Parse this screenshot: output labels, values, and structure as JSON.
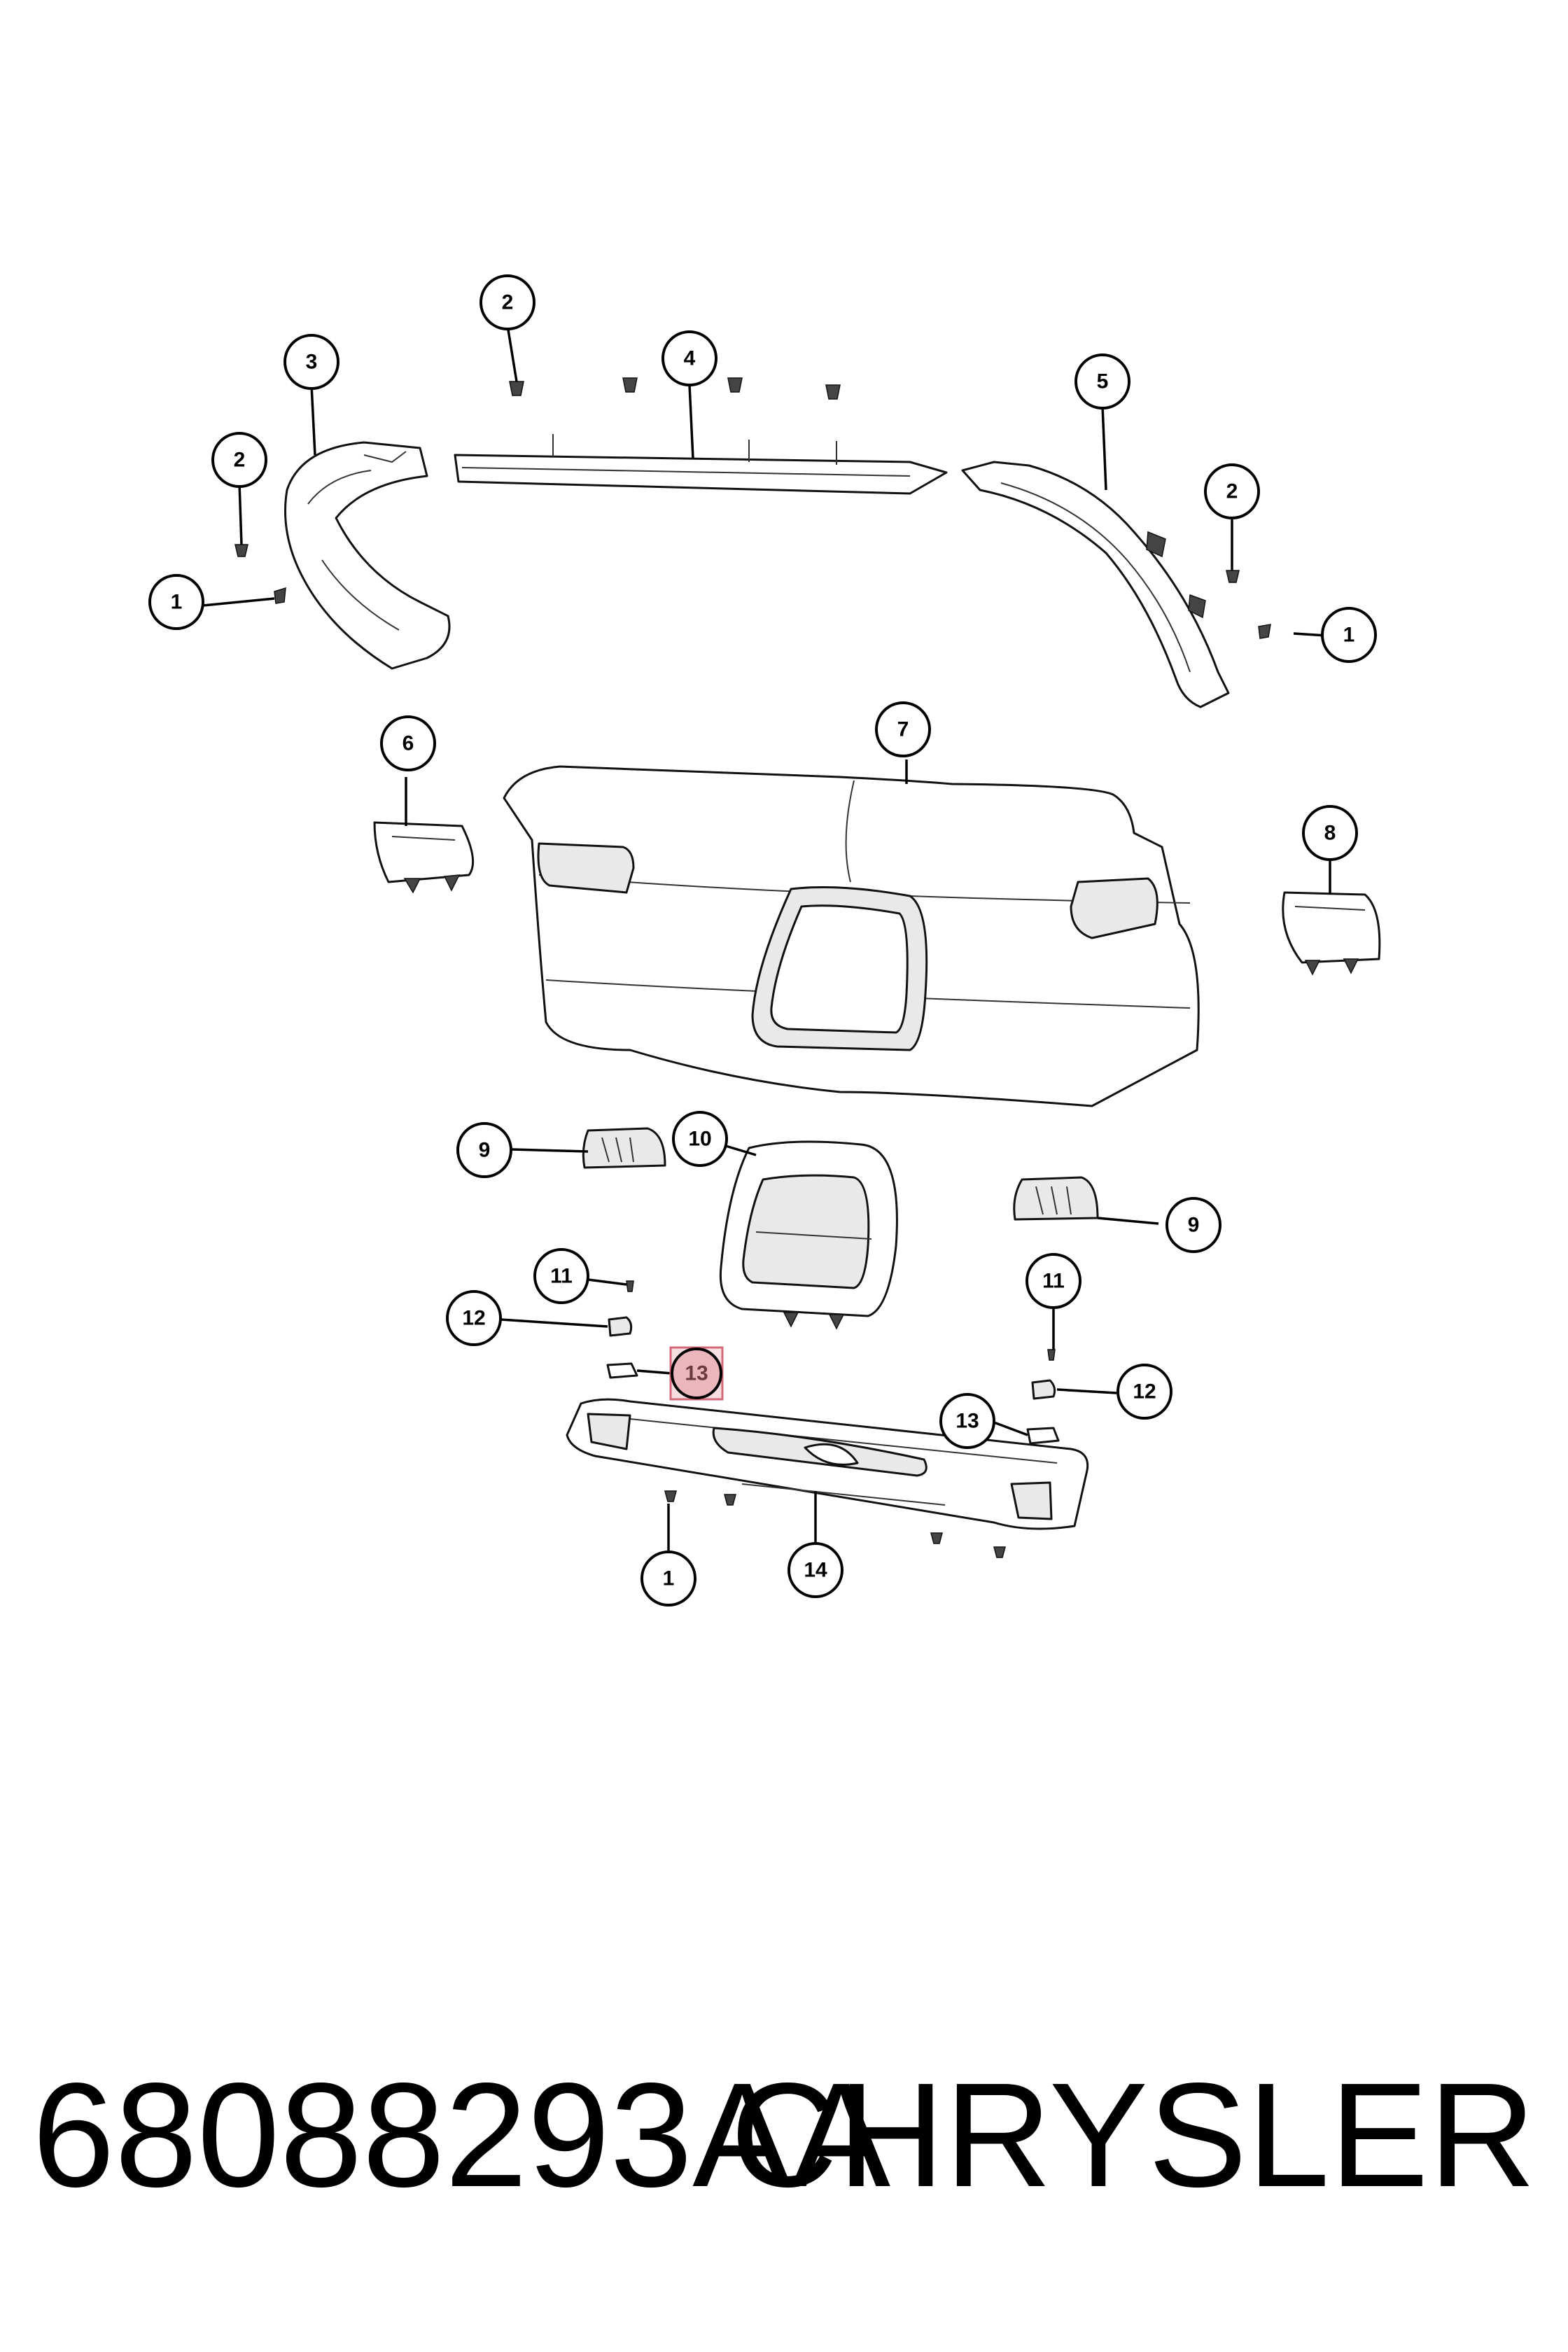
{
  "callouts": [
    {
      "label": "1"
    },
    {
      "label": "1"
    },
    {
      "label": "1"
    },
    {
      "label": "2"
    },
    {
      "label": "2"
    },
    {
      "label": "2"
    },
    {
      "label": "3"
    },
    {
      "label": "4"
    },
    {
      "label": "5"
    },
    {
      "label": "6"
    },
    {
      "label": "7"
    },
    {
      "label": "8"
    },
    {
      "label": "9"
    },
    {
      "label": "9"
    },
    {
      "label": "10"
    },
    {
      "label": "11"
    },
    {
      "label": "11"
    },
    {
      "label": "12"
    },
    {
      "label": "12"
    },
    {
      "label": "13"
    },
    {
      "label": "13"
    },
    {
      "label": "14"
    }
  ],
  "highlight": {
    "callout_index": 19,
    "color": "#e8a0a8",
    "border_color": "#d46a78"
  },
  "footer": {
    "part_number": "68088293AA",
    "brand": "CHRYSLER"
  }
}
